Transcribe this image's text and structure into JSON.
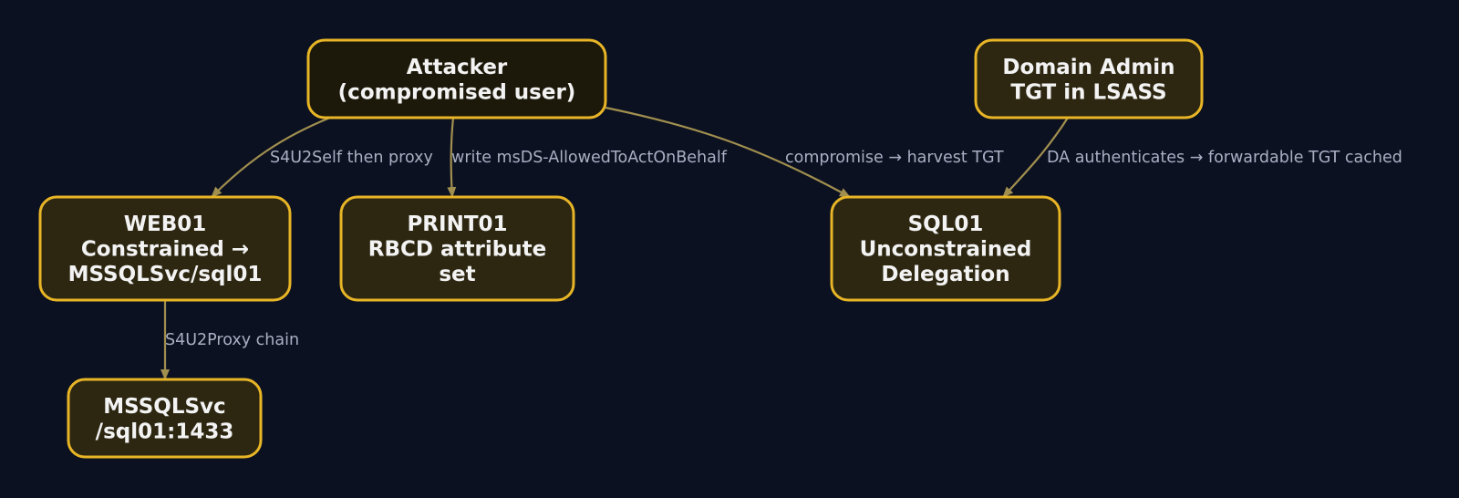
{
  "colors": {
    "background": "#0b1120",
    "node_fill": "#2d2712",
    "node_fill_root": "#1d190a",
    "node_border": "#e8b526",
    "node_text": "#f3f3f3",
    "edge": "#a18f4f",
    "edge_label": "#a9b0c4"
  },
  "nodes": [
    {
      "id": "attacker",
      "lines": [
        "Attacker",
        "(compromised user)"
      ]
    },
    {
      "id": "domain-admin",
      "lines": [
        "Domain Admin",
        "TGT in LSASS"
      ]
    },
    {
      "id": "web01",
      "lines": [
        "WEB01",
        "Constrained →",
        "MSSQLSvc/sql01"
      ]
    },
    {
      "id": "print01",
      "lines": [
        "PRINT01",
        "RBCD attribute",
        "set"
      ]
    },
    {
      "id": "sql01",
      "lines": [
        "SQL01",
        "Unconstrained",
        "Delegation"
      ]
    },
    {
      "id": "mssqlsvc",
      "lines": [
        "MSSQLSvc",
        "/sql01:1433"
      ]
    }
  ],
  "edges": [
    {
      "from": "attacker",
      "to": "web01",
      "label": "S4U2Self then proxy"
    },
    {
      "from": "attacker",
      "to": "print01",
      "label": "write msDS-AllowedToActOnBehalf"
    },
    {
      "from": "attacker",
      "to": "sql01",
      "label": "compromise → harvest TGT"
    },
    {
      "from": "domain-admin",
      "to": "sql01",
      "label": "DA authenticates → forwardable TGT cached"
    },
    {
      "from": "web01",
      "to": "mssqlsvc",
      "label": "S4U2Proxy chain"
    }
  ]
}
